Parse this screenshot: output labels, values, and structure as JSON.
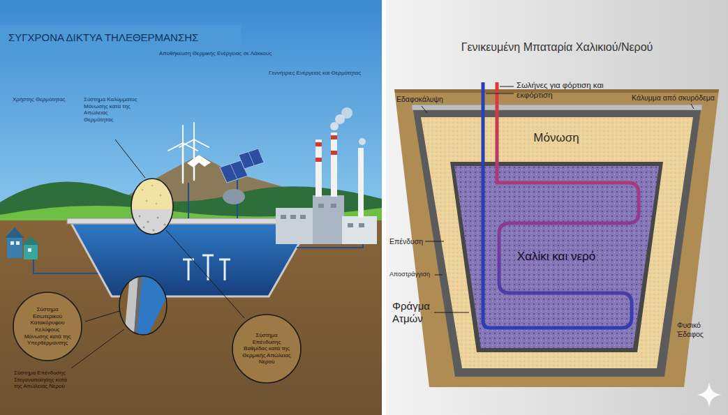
{
  "diagram": {
    "nodes": [
      {
        "text": [
          "ΣΥΓΧΡΟΝΑ ΔΙΚΤΥΑ ΤΗΛΕΘΕΡΜΑΝΣΗΣ"
        ]
      },
      {
        "text": [
          "Σύστημα Εσωτερικού Κατακόρυφου Κελύφους Μόνωσης κατά της Υπερθέρμανσης"
        ],
        "in": 0
      },
      {
        "text": [
          "Σύστημα Επένδυσης Βαθμίδας κατά της Θερμικής Απώλειας Νερού"
        ],
        "in": 0
      },
      {
        "text": [
          "Γενικευμένη Μπαταρία Χαλικιού/Νερού"
        ]
      }
    ],
    "labels": [
      "Αποθήκευση Θερμικής Ενέργειας σε Λάκκους",
      "Γεννήτριες Ενέργειας και Θερμότητας",
      "Χρήστης Θερμότητας",
      "Σύστημα Καλύμματος Μόνωσης κατά της Απώλειας Θερμότητας",
      "Σύστημα Επένδυσης Στεγανοποίησης κατά της Απώλειας Νερού",
      "Σωλήνες για φόρτιση και εκφόρτιση",
      "Εδαφοκάλυψη",
      "Κάλυμμα από σκυρόδεμα",
      "Μόνωση",
      "Χαλίκι και νερό",
      "Επένδυση",
      "Αποστράγγιση",
      "Φράγμα Ατμών",
      "Φυσικό Έδαφος"
    ]
  }
}
